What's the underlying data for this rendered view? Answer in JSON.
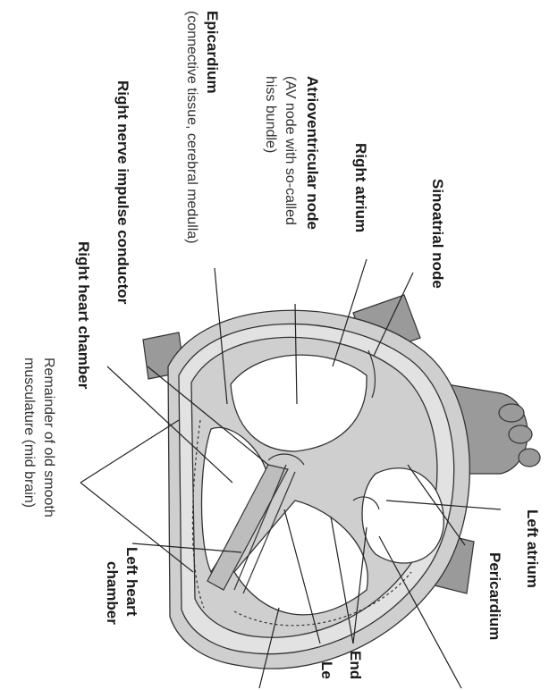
{
  "labels": {
    "epicardium": "Epicardium",
    "epicardium_note": "(connective tissue, cerebral medulla)",
    "av_node": "Atrioventricular node",
    "av_note1": "(AV node with so-called",
    "av_note2": "hiss bundle)",
    "right_atrium": "Right atrium",
    "sinoatrial_node": "Sinoatrial node",
    "right_nerve": "Right nerve impulse conductor",
    "right_chamber": "Right heart chamber",
    "remainder1": "Remainder of old smooth",
    "remainder2": "musculature (mid brain)",
    "left_chamber1": "Left heart",
    "left_chamber2": "chamber",
    "left_atrium": "Left atrium",
    "pericardium": "Pericardium",
    "endo_partial": "End",
    "left_partial": "Le"
  }
}
